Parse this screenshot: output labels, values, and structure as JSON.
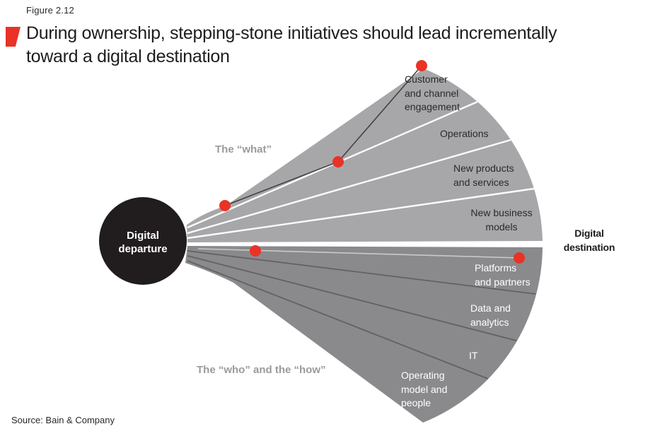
{
  "header": {
    "figure_label": "Figure 2.12",
    "title_line1": "During ownership, stepping-stone initiatives should lead incrementally",
    "title_line2": "toward a digital destination"
  },
  "departure": {
    "line1": "Digital",
    "line2": "departure"
  },
  "destination": {
    "line1": "Digital",
    "line2": "destination"
  },
  "group_labels": {
    "what": "The “what”",
    "who_how": "The “who” and the “how”"
  },
  "upper_wedges": [
    {
      "name": "customer-and-channel-engagement",
      "lines": [
        "Customer",
        "and channel",
        "engagement"
      ]
    },
    {
      "name": "operations",
      "lines": [
        "Operations"
      ]
    },
    {
      "name": "new-products-and-services",
      "lines": [
        "New products",
        "and services"
      ]
    },
    {
      "name": "new-business-models",
      "lines": [
        "New business",
        "models"
      ]
    }
  ],
  "lower_wedges": [
    {
      "name": "platforms-and-partners",
      "lines": [
        "Platforms",
        "and partners"
      ]
    },
    {
      "name": "data-and-analytics",
      "lines": [
        "Data and",
        "analytics"
      ]
    },
    {
      "name": "it",
      "lines": [
        "IT"
      ]
    },
    {
      "name": "operating-model-and-people",
      "lines": [
        "Operating",
        "model and",
        "people"
      ]
    }
  ],
  "stepping_stones": {
    "upper_path_dots": 3,
    "lower_path_dots": 2
  },
  "footer": {
    "source": "Source: Bain & Company"
  },
  "colors": {
    "accent_red": "#ea3226",
    "upper_fan": "#a7a7aa",
    "lower_fan": "#8a8a8d",
    "circle": "#211d1e",
    "gray_label": "#9b9b9e"
  }
}
